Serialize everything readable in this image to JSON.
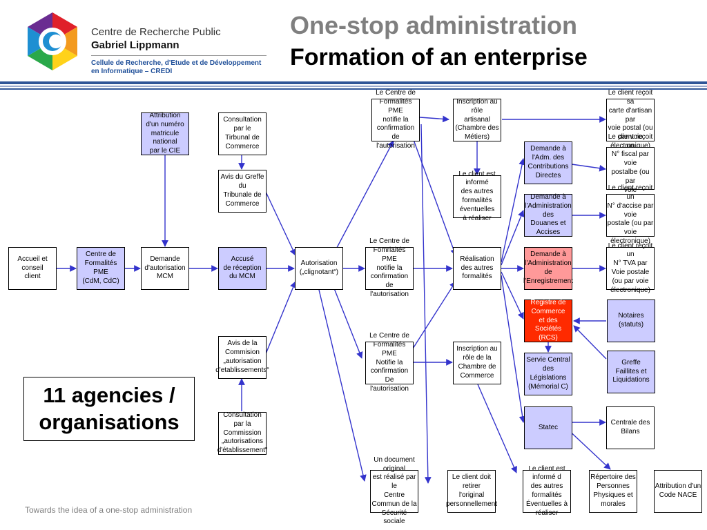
{
  "header": {
    "logo_line1": "Centre de Recherche Public",
    "logo_line2": "Gabriel Lippmann",
    "logo_line3": "Cellule de Recherche, d'Etude et de Développement",
    "logo_line4": "en Informatique – CREDI",
    "title_line1": "One-stop administration",
    "title_line2": "Formation of an enterprise"
  },
  "colors": {
    "rule_blue": "#2f5597",
    "rule_light": "#9aa9cc",
    "arrow": "#3333cc",
    "node_blue": "#ccccff",
    "node_pink": "#ff9999",
    "node_red": "#ff2a00"
  },
  "nodes": {
    "accueil": "Accueil et\nconseil\nclient",
    "centre": "Centre de\nFormalités PME\n(CdM, CdC)",
    "demande_autorisation": "Demande\nd'autorisation\nMCM",
    "attribution": "Attribution\nd'un numéro\nmatricule national\npar le CIE",
    "consultation_tribunal": "Consultation\npar le\nTirbunal de\nCommerce",
    "avis_greffe": "Avis du Greffe\ndu\nTribunale de\nCommerce",
    "accuse": "Accusé\nde réception\ndu MCM",
    "avis_commission": "Avis de la\nCommision\n„autorisation\nd'etablissements“",
    "consultation_commission": "Consultation par la\nCommission\n„autorisations\nd'établissement“",
    "autorisation": "Autorisation\n(„clignotant“)",
    "notifie_top": "Le Centre de\nFormalités PME\nnotifie la confirmation de\nl'autorisation",
    "notifie_mid": "Le Centre de\nFomrlaités PME\nnotifie la confirmation\nde l'autorisation",
    "notifie_low": "Le Centre de\nFormalités PME\nNotifie la confirmation\nDe l'autorisation",
    "document_original": "Un document original\nest réalisé par le\nCentre Commun de la\nSécurité sociale",
    "inscription_artisanal": "Inscription au rôle\nartisanal\n(Chambre des\nMétiers)",
    "client_informe_1": "Le client est informé\ndes autres formalités\néventuelles\nà réaliser",
    "realisation": "Réalisation\ndes autres\nformalités",
    "inscription_commerce": "Inscription au\nrôle de la\nChambre de\nCommerce",
    "client_retirer": "Le client doit\nretirer\nl'original\npersonnellement",
    "client_informe_2": "Le client est informé d\ndes autres\nformalités\nÉventuelles à réaliser",
    "demande_contributions": "Demande à\nl'Adm. des\nContributions\nDirectes",
    "demande_douanes": "Demande à\nl'Administration des\nDouanes et\nAccises",
    "demande_enregistrement": "Demande à\nl'Administration de\nl'Enregistrement",
    "registre": "Registre de\nCommerce\net des\nSociétés (RCS)",
    "service_central": "Servie Central\ndes\nLégislations\n(Mémorial C)",
    "statec": "Statec",
    "recoit_carte": "Le client reçoit sa\ncarte d'artisan par\nvoie postal (ou\npar voie\nélectronique)",
    "recoit_fiscal": "Le client reçoit un\nN° fiscal par voie\npostalbe (ou par\nvoie électronique)",
    "recoit_accise": "Le client reçoit un\nN° d'accise par voie\npostale (ou par\nvoie électronique)",
    "recoit_tva": "Le client reçoit un\nN° TVA par\nVoie postale\n(ou par voie\nélectronique)",
    "notaires": "Notaires\n(statuts)",
    "greffe": "Greffe\nFaillites et\nLiquidations",
    "centrale_bilans": "Centrale des\nBilans",
    "repertoire": "Répertoire des\nPersonnes\nPhysiques et\nmorales",
    "attribution_nace": "Attribution d'un\nCode NACE"
  },
  "callout": "11 agencies /\norganisations",
  "footer": "Towards the idea of a one-stop administration"
}
